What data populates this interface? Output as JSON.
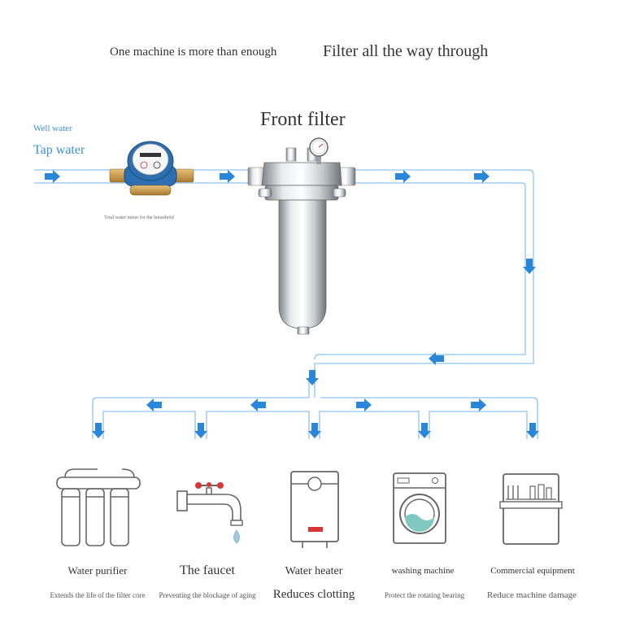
{
  "header": {
    "left_text": "One machine is more than enough",
    "right_text": "Filter all the way through"
  },
  "inputs": {
    "well_water": "Well water",
    "tap_water": "Tap water"
  },
  "meter": {
    "caption": "Total water meter for the household"
  },
  "filter": {
    "title": "Front filter"
  },
  "colors": {
    "pipe": "#8fc3ee",
    "arrow": "#2a86d8",
    "label_blue": "#3a8fd6"
  },
  "appliances": [
    {
      "name": "Water purifier",
      "benefit": "Extends the life of the filter core",
      "icon": "water-purifier-icon"
    },
    {
      "name": "The faucet",
      "benefit": "Preventing the blockage of aging",
      "icon": "faucet-icon"
    },
    {
      "name": "Water heater",
      "benefit": "Reduces clotting",
      "icon": "water-heater-icon"
    },
    {
      "name": "washing machine",
      "benefit": "Protect the rotating bearing",
      "icon": "washing-machine-icon"
    },
    {
      "name": "Commercial equipment",
      "benefit": "Reduce machine damage",
      "icon": "dishwasher-icon"
    }
  ]
}
